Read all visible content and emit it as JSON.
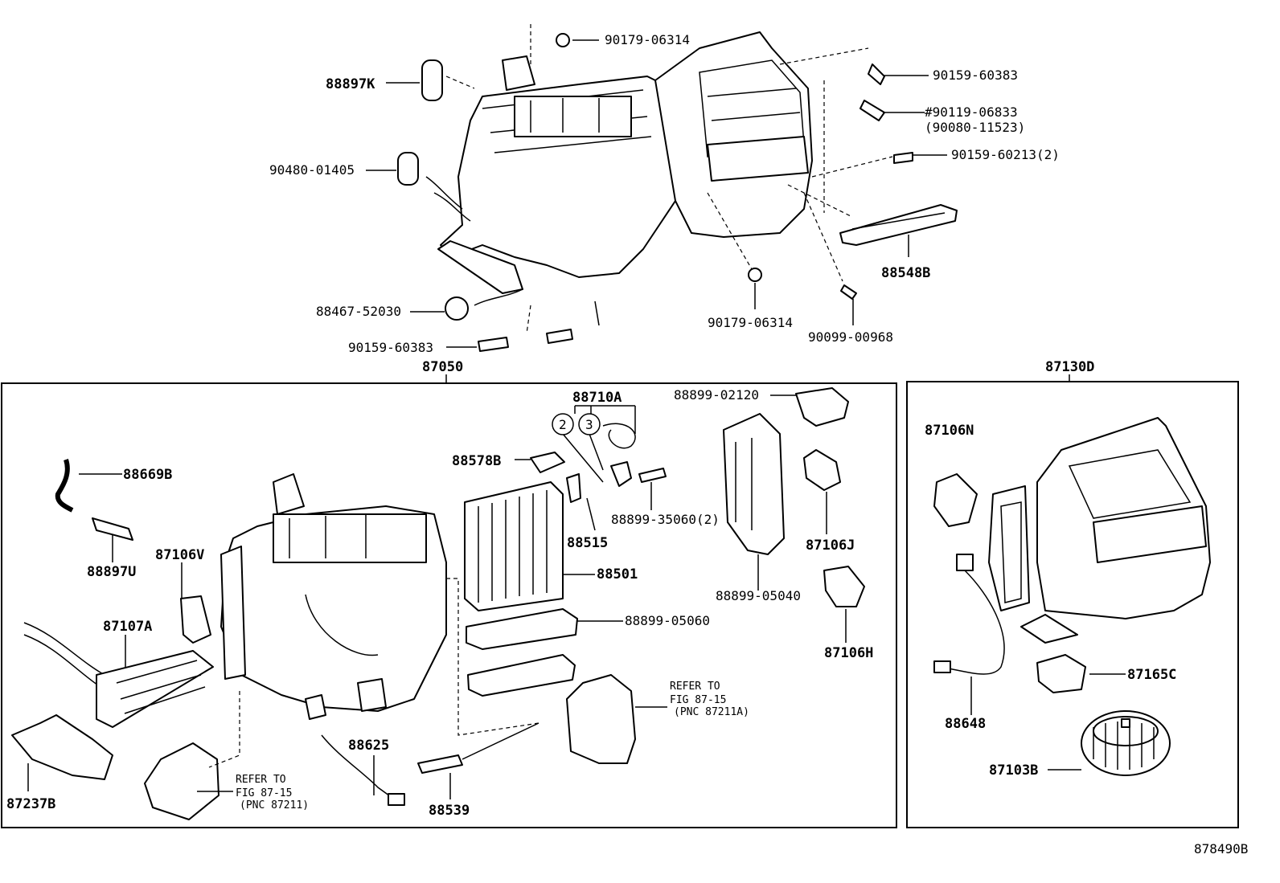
{
  "labels": {
    "p88897K": "88897K",
    "p90179_06314_top": "90179-06314",
    "p90159_60383_top": "90159-60383",
    "p90119_06833": "#90119-06833",
    "p90080_11523": "(90080-11523)",
    "p90159_60213": "90159-60213(2)",
    "p90480_01405": "90480-01405",
    "p88548B": "88548B",
    "p88467_52030": "88467-52030",
    "p90179_06314_mid": "90179-06314",
    "p90099_00968": "90099-00968",
    "p90159_60383_bot": "90159-60383",
    "p87050": "87050",
    "p87130D": "87130D",
    "p88710A": "88710A",
    "p88899_02120": "88899-02120",
    "callout2": "2",
    "callout3": "3",
    "p88578B": "88578B",
    "p88669B": "88669B",
    "p88897U": "88897U",
    "p88515": "88515",
    "p88899_35060": "88899-35060(2)",
    "p87106J": "87106J",
    "p88501": "88501",
    "p87106V": "87106V",
    "p88899_05040": "88899-05040",
    "p87107A": "87107A",
    "p88899_05060": "88899-05060",
    "p87106H": "87106H",
    "p88625": "88625",
    "p87237B": "87237B",
    "p88539": "88539",
    "p87106N": "87106N",
    "p87165C": "87165C",
    "p88648": "88648",
    "p87103B": "87103B",
    "diagram_id": "878490B"
  },
  "notes": {
    "refer_right": {
      "l1": "REFER TO",
      "l2": "FIG 87-15",
      "l3": "(PNC 87211A)"
    },
    "refer_left": {
      "l1": "REFER TO",
      "l2": "FIG 87-15",
      "l3": "(PNC 87211)"
    }
  }
}
